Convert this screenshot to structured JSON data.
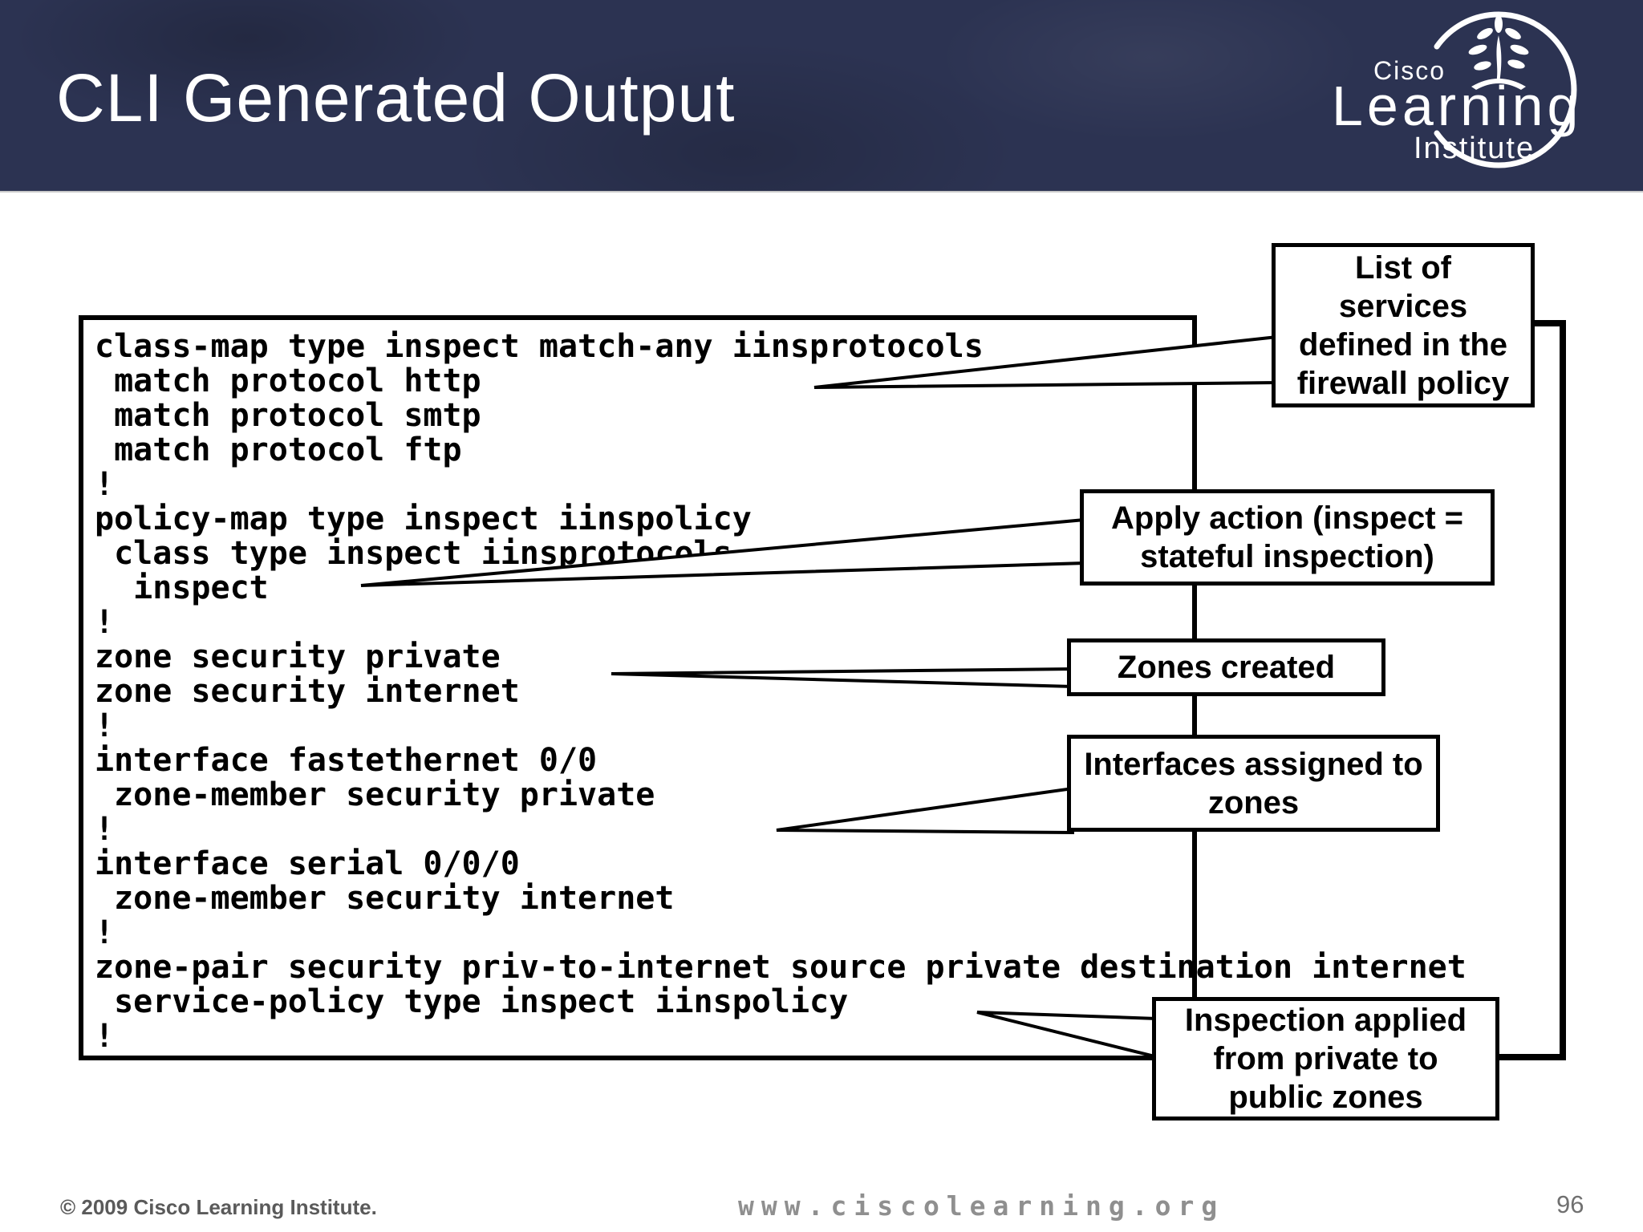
{
  "slide": {
    "title": "CLI Generated Output",
    "logo": {
      "brand": "Cisco",
      "name": "Learning",
      "subtitle": "Institute"
    },
    "code_lines": [
      "class-map type inspect match-any iinsprotocols",
      " match protocol http",
      " match protocol smtp",
      " match protocol ftp",
      "!",
      "policy-map type inspect iinspolicy",
      " class type inspect iinsprotocols",
      "  inspect",
      "!",
      "zone security private",
      "zone security internet",
      "!",
      "interface fastethernet 0/0",
      " zone-member security private",
      "!",
      "interface serial 0/0/0",
      " zone-member security internet",
      "!",
      "zone-pair security priv-to-internet source private destination internet",
      " service-policy type inspect iinspolicy",
      "!"
    ],
    "callouts": [
      {
        "text": "List of\nservices\ndefined in the\nfirewall policy"
      },
      {
        "text": "Apply action (inspect =\nstateful inspection)"
      },
      {
        "text": "Zones created"
      },
      {
        "text": "Interfaces assigned to\nzones"
      },
      {
        "text": "Inspection applied\nfrom private to\npublic zones"
      }
    ],
    "footer": {
      "copyright": "© 2009 Cisco Learning Institute.",
      "website": "www.ciscolearning.org",
      "page_number": "96"
    },
    "colors": {
      "header_bg": "#2c3352",
      "text": "#000000",
      "footer_gray": "#5a5a5a",
      "website_gray": "#8f8f8f"
    }
  }
}
